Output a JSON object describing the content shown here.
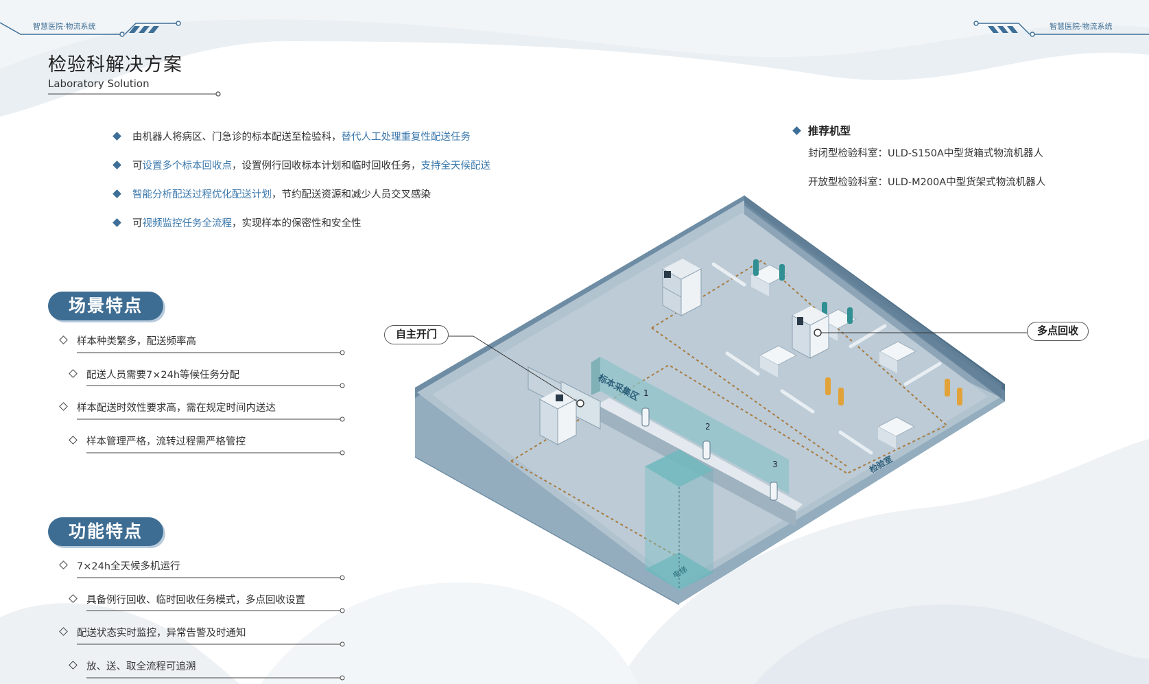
{
  "header": {
    "corner_left": "智慧医院·物流系统",
    "corner_right": "智慧医院·物流系统",
    "title": "检验科解决方案",
    "subtitle": "Laboratory Solution"
  },
  "intro_bullets": [
    [
      {
        "t": "由机器人将病区、门急诊的标本配送至检验科，",
        "hl": false
      },
      {
        "t": "替代人工处理重复性配送任务",
        "hl": true
      }
    ],
    [
      {
        "t": "可",
        "hl": false
      },
      {
        "t": "设置多个标本回收点",
        "hl": true
      },
      {
        "t": "，设置例行回收标本计划和临时回收任务，",
        "hl": false
      },
      {
        "t": "支持全天候配送",
        "hl": true
      }
    ],
    [
      {
        "t": "智能分析配送过程优化配送计划",
        "hl": true
      },
      {
        "t": "，节约配送资源和减少人员交叉感染",
        "hl": false
      }
    ],
    [
      {
        "t": "可",
        "hl": false
      },
      {
        "t": "视频监控任务全流程",
        "hl": true
      },
      {
        "t": "，实现样本的保密性和安全性",
        "hl": false
      }
    ]
  ],
  "recommend": {
    "title": "推荐机型",
    "lines": [
      "封闭型检验科室：ULD-S150A中型货箱式物流机器人",
      "开放型检验科室：ULD-M200A中型货架式物流机器人"
    ]
  },
  "scene": {
    "title": "场景特点",
    "items": [
      "样本种类繁多，配送频率高",
      "配送人员需要7×24h等候任务分配",
      "样本配送时效性要求高，需在规定时间内送达",
      "样本管理严格，流转过程需严格管控"
    ]
  },
  "function": {
    "title": "功能特点",
    "items": [
      "7×24h全天候多机运行",
      "具备例行回收、临时回收任务模式，多点回收设置",
      "配送状态实时监控，异常告警及时通知",
      "放、送、取全流程可追溯"
    ]
  },
  "illustration": {
    "callout_left": "自主开门",
    "callout_right": "多点回收",
    "area_collect": "标本采集区",
    "area_lab": "检验室",
    "area_elevator": "电梯",
    "window_numbers": [
      "1",
      "2",
      "3"
    ]
  },
  "colors": {
    "accent": "#3d6f98",
    "highlight": "#3b78ac",
    "floor": "#a9bccb",
    "wall": "#7d9bb0"
  }
}
